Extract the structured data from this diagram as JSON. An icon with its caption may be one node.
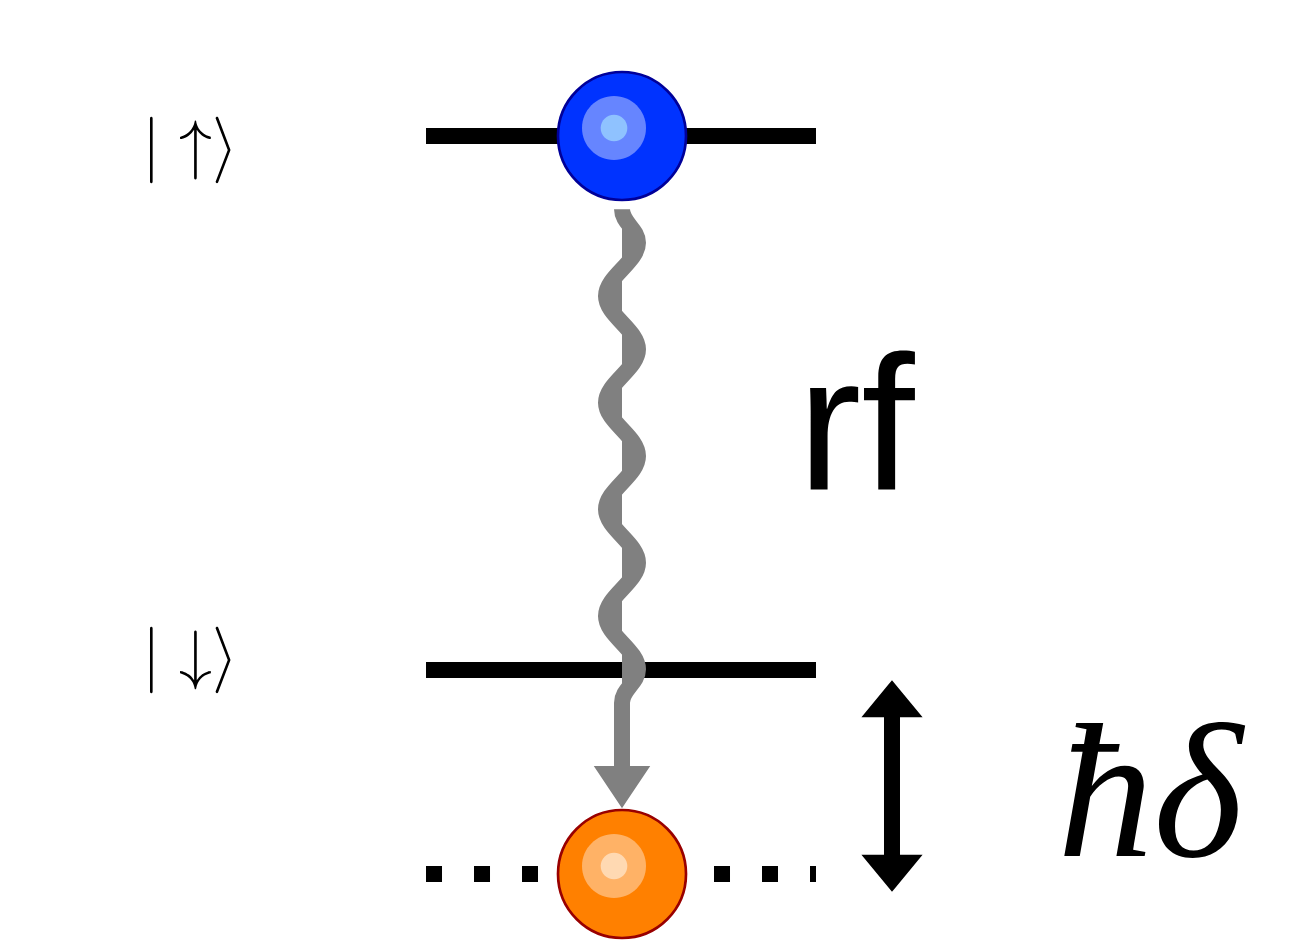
{
  "diagram": {
    "nodes": [
      {
        "text": [],
        "shape": "circle"
      },
      {
        "text": [],
        "shape": "circle"
      }
    ],
    "edges": [
      {
        "from": 0,
        "to": 1,
        "arrow": "to",
        "label": "rf"
      }
    ],
    "labels": [
      "|\\uparrow\\rangle",
      "|\\downarrow\\rangle",
      "ħδ"
    ]
  }
}
